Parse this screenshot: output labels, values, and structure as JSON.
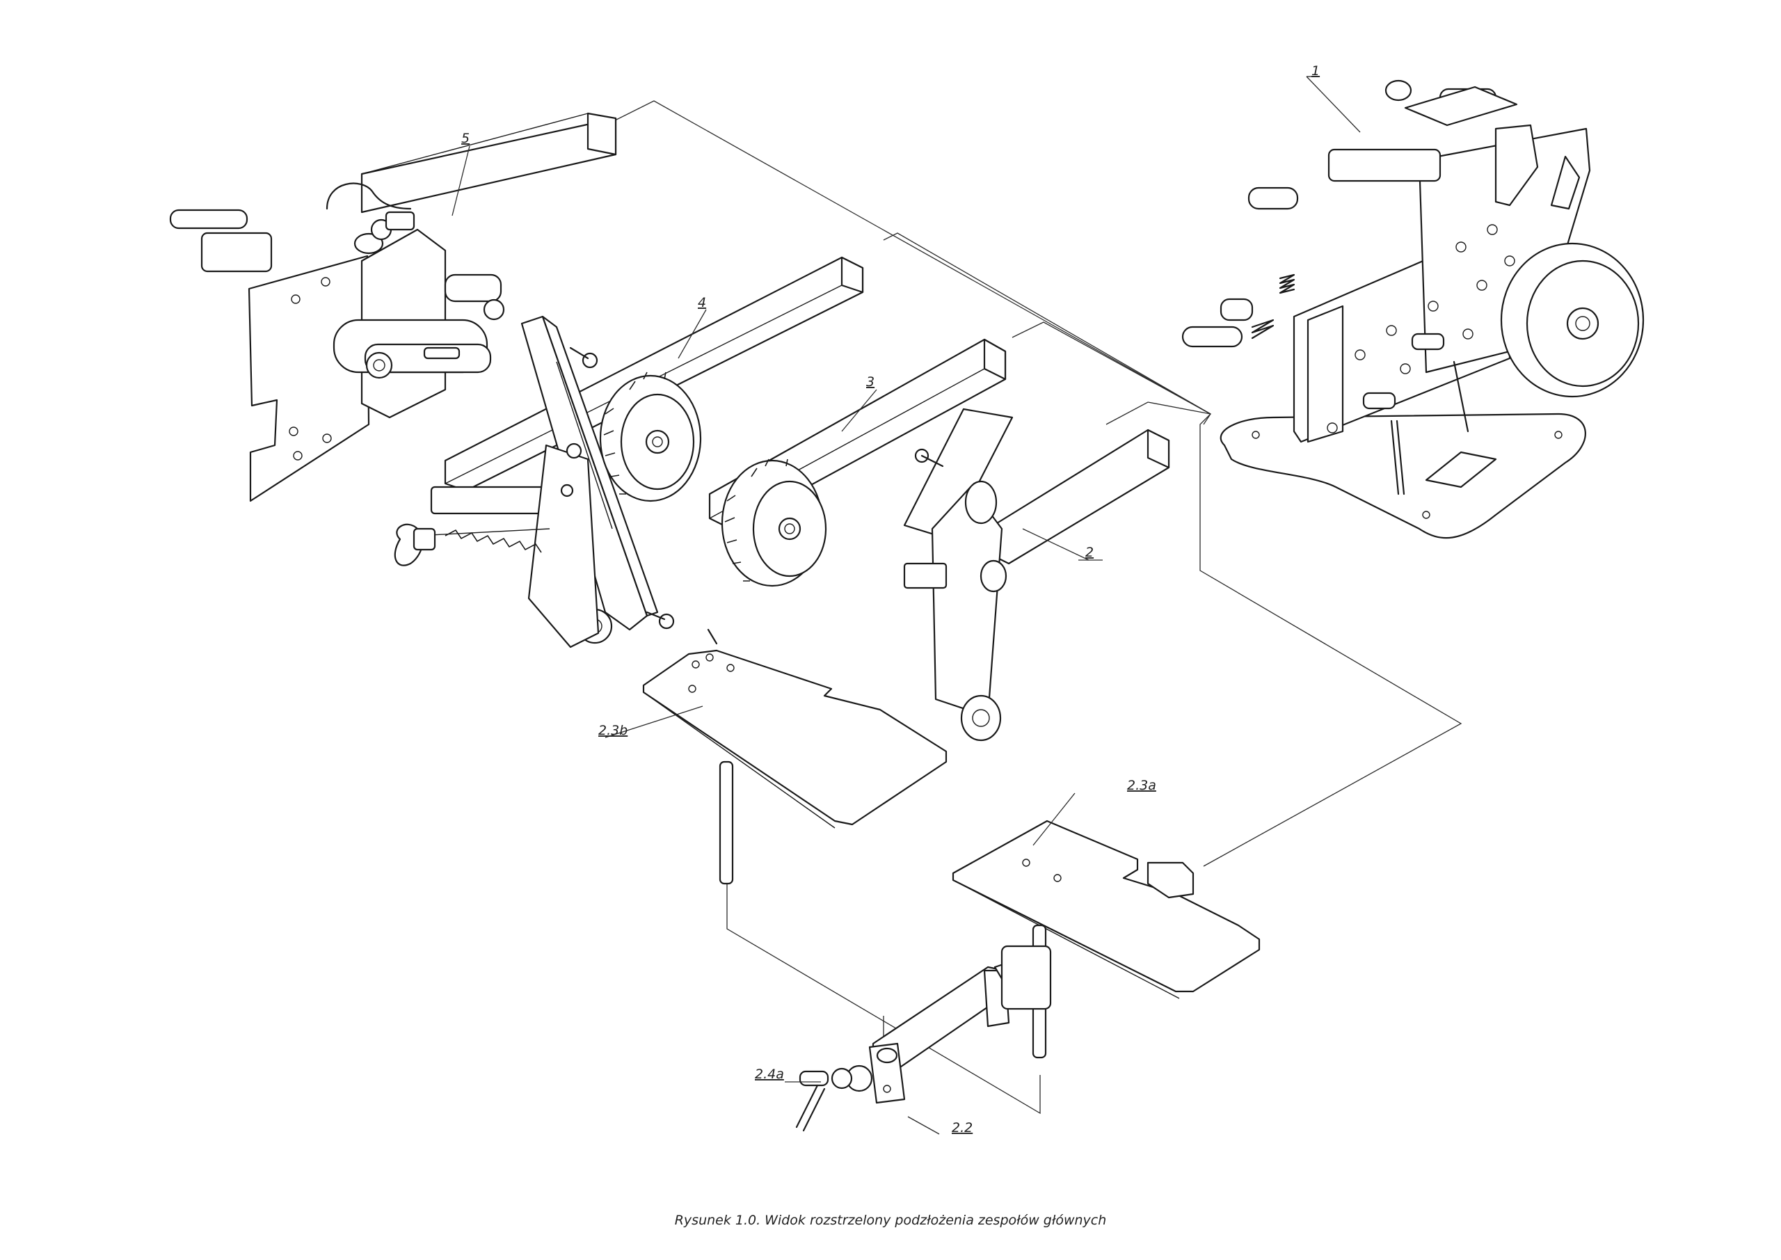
{
  "labels": {
    "l1": "1",
    "l2": "2",
    "l3": "3",
    "l4": "4",
    "l5": "5",
    "l23a": "2.3a",
    "l23b": "2.3b",
    "l22": "2.2",
    "l24a": "2.4a"
  },
  "caption": "Rysunek 1.0.  Widok rozstrzelony podzłożenia zespołów głównych"
}
